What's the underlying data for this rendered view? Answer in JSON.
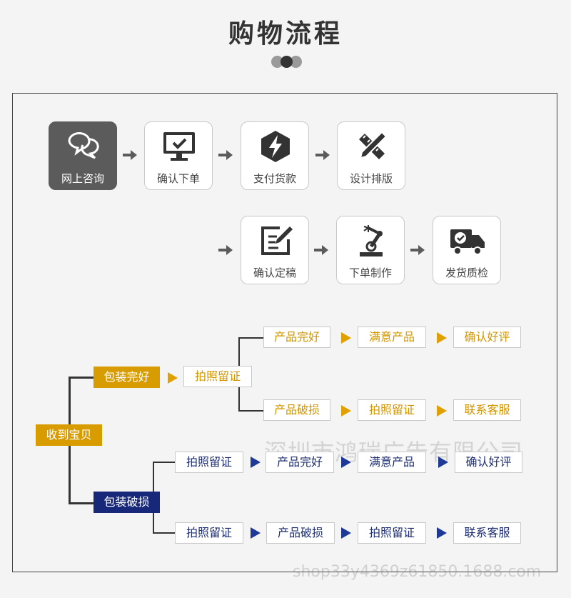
{
  "page": {
    "title": "购物流程"
  },
  "steps": [
    {
      "label": "网上咨询",
      "icon": "chat-bubbles-icon",
      "active": true
    },
    {
      "label": "确认下单",
      "icon": "monitor-check-icon"
    },
    {
      "label": "支付货款",
      "icon": "payment-bolt-icon"
    },
    {
      "label": "设计排版",
      "icon": "pencil-ruler-icon"
    },
    {
      "label": "确认定稿",
      "icon": "edit-document-icon"
    },
    {
      "label": "下单制作",
      "icon": "robot-arm-icon"
    },
    {
      "label": "发货质检",
      "icon": "delivery-truck-icon"
    }
  ],
  "watermark": "深圳市鸿瑞广告有限公司",
  "footer_url": "shop33y4369z61850.1688.com",
  "colors": {
    "gold": "#d99c00",
    "navy": "#17287a",
    "gray": "#5b5b5b"
  },
  "aftersale": {
    "root": "收到宝贝",
    "intact": {
      "label": "包装完好",
      "photo": "拍照留证",
      "row_ok": [
        "产品完好",
        "满意产品",
        "确认好评"
      ],
      "row_bad": [
        "产品破损",
        "拍照留证",
        "联系客服"
      ]
    },
    "damaged": {
      "label": "包装破损",
      "row_ok": [
        "拍照留证",
        "产品完好",
        "满意产品",
        "确认好评"
      ],
      "row_bad": [
        "拍照留证",
        "产品破损",
        "拍照留证",
        "联系客服"
      ]
    }
  }
}
